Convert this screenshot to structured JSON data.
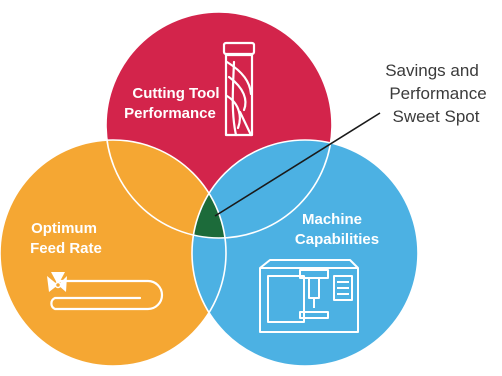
{
  "circles": {
    "cutting_tool": {
      "line1": "Cutting Tool",
      "line2": "Performance",
      "color": "#d3244b"
    },
    "feed_rate": {
      "line1": "Optimum",
      "line2": "Feed Rate",
      "color": "#f5a733"
    },
    "machine": {
      "line1": "Machine",
      "line2": "Capabilities",
      "color": "#4cb1e3"
    },
    "overlap_color": "#1c6b3a"
  },
  "annotation": {
    "line1": "Savings and",
    "line2": "Performance",
    "line3": "Sweet Spot"
  },
  "icons": [
    "end-mill-icon",
    "feed-path-icon",
    "cnc-machine-icon"
  ]
}
